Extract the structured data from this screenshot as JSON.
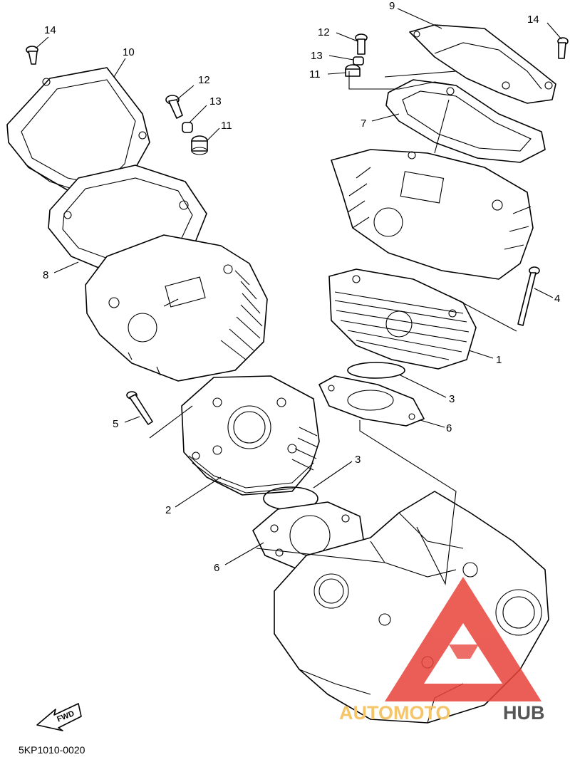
{
  "callouts": {
    "c14a": "14",
    "c10": "10",
    "c12a": "12",
    "c13a": "13",
    "c11a": "11",
    "c8": "8",
    "c5": "5",
    "c2": "2",
    "c6a": "6",
    "c3a": "3",
    "c9": "9",
    "c14b": "14",
    "c12b": "12",
    "c13b": "13",
    "c11b": "11",
    "c7": "7",
    "c4": "4",
    "c1": "1",
    "c3b": "3",
    "c6b": "6"
  },
  "fwd_label": "FWD",
  "diagram_code": "5KP1010-0020",
  "watermark": {
    "part1": "AUTOMOTO",
    "part2": "HUB",
    "triangle_color": "#e8433a"
  }
}
